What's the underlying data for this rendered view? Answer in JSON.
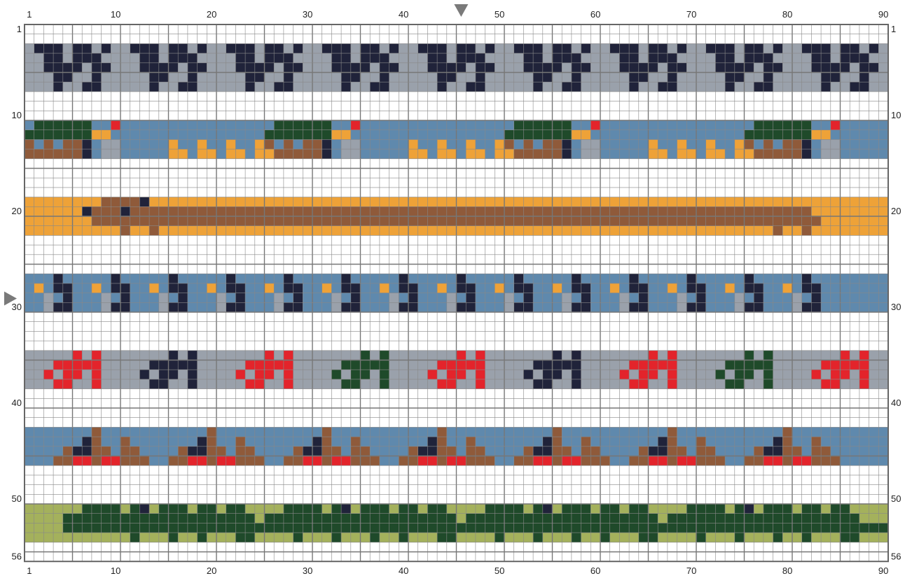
{
  "grid": {
    "cols": 90,
    "rows": 56,
    "top_col_labels": [
      "1",
      "10",
      "20",
      "30",
      "40",
      "50",
      "60",
      "70",
      "80",
      "90"
    ],
    "bottom_col_labels": [
      "1",
      "10",
      "20",
      "30",
      "40",
      "50",
      "60",
      "70",
      "80",
      "90"
    ],
    "left_row_labels": [
      "1",
      "10",
      "20",
      "30",
      "40",
      "50",
      "56"
    ],
    "right_row_labels": [
      "1",
      "10",
      "20",
      "30",
      "40",
      "50",
      "56"
    ],
    "column_marker": 46,
    "row_marker": 29
  },
  "palette": {
    "grey": "#9aa1ab",
    "navy": "#20233a",
    "blue": "#5f89ad",
    "darkgreen": "#1f4a2a",
    "brown": "#8f5a3a",
    "orange": "#eea238",
    "red": "#e3242b",
    "olive": "#a4b15c",
    "gridline": "#888888",
    "majorline": "#777777"
  },
  "bands": [
    {
      "color": "grey",
      "rows": [
        3,
        7
      ]
    },
    {
      "color": "blue",
      "rows": [
        11,
        14
      ]
    },
    {
      "color": "orange",
      "rows": [
        19,
        22
      ]
    },
    {
      "color": "blue",
      "rows": [
        27,
        30
      ]
    },
    {
      "color": "grey",
      "rows": [
        35,
        38
      ]
    },
    {
      "color": "blue",
      "rows": [
        43,
        46
      ]
    },
    {
      "color": "olive",
      "rows": [
        51,
        54
      ]
    }
  ]
}
